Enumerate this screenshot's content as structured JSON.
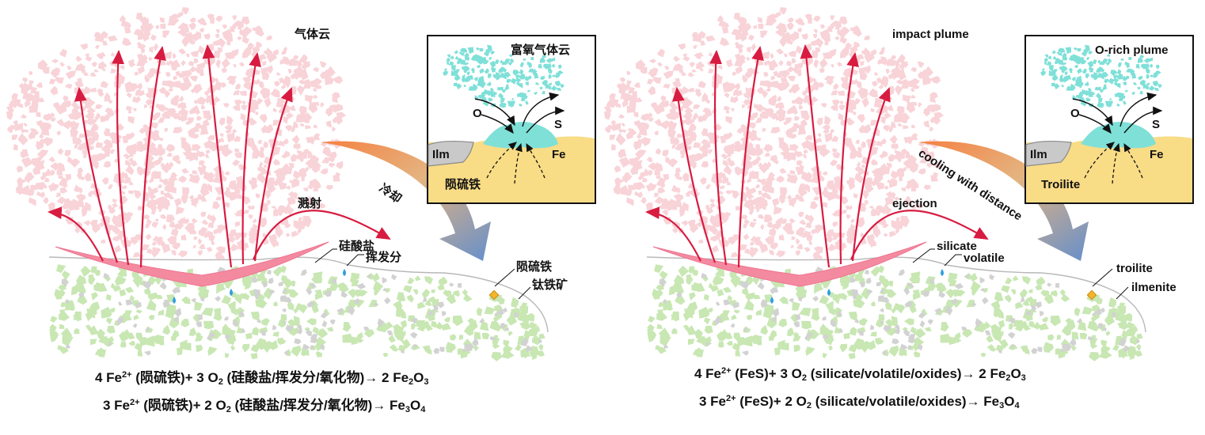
{
  "left": {
    "plume": "气体云",
    "ejection": "溅射",
    "silicate": "硅酸盐",
    "volatile": "挥发分",
    "troilite": "陨硫铁",
    "ilmenite": "钛铁矿",
    "cooling": "冷却",
    "inset": {
      "title": "富氧气体云",
      "o": "O",
      "s": "S",
      "ilm": "Ilm",
      "fe": "Fe",
      "troilite": "陨硫铁"
    },
    "eq1": {
      "a": "4 Fe",
      "sup": "2+",
      "b": " (陨硫铁)+ 3 O",
      "sub1": "2",
      "c": " (硅酸盐/挥发分/氧化物)→ 2 Fe",
      "sub2": "2",
      "d": "O",
      "sub3": "3"
    },
    "eq2": {
      "a": "3 Fe",
      "sup": "2+",
      "b": " (陨硫铁)+ 2 O",
      "sub1": "2",
      "c": " (硅酸盐/挥发分/氧化物)→ Fe",
      "sub2": "3",
      "d": "O",
      "sub3": "4"
    }
  },
  "right": {
    "plume": "impact plume",
    "ejection": "ejection",
    "silicate": "silicate",
    "volatile": "volatile",
    "troilite": "troilite",
    "ilmenite": "ilmenite",
    "cooling": "cooling with distance",
    "inset": {
      "title": "O-rich plume",
      "o": "O",
      "s": "S",
      "ilm": "Ilm",
      "fe": "Fe",
      "troilite": "Troilite"
    },
    "eq1": {
      "a": "4 Fe",
      "sup": "2+",
      "b": " (FeS)+ 3 O",
      "sub1": "2",
      "c": " (silicate/volatile/oxides)→ 2 Fe",
      "sub2": "2",
      "d": "O",
      "sub3": "3"
    },
    "eq2": {
      "a": "3 Fe",
      "sup": "2+",
      "b": " (FeS)+ 2 O",
      "sub1": "2",
      "c": " (silicate/volatile/oxides)→ Fe",
      "sub2": "3",
      "d": "O",
      "sub3": "4"
    }
  },
  "colors": {
    "plume_fragments": "#f8d3d8",
    "plume_arrows": "#d81b40",
    "crater": "#f48aa0",
    "silicate_grains": "#c8e7b3",
    "mineral_grains": "#d2d2d2",
    "volatile_drop": "#2fa0e0",
    "troilite_grain": "#f5b52a",
    "inset_plume": "#7fe0d8",
    "inset_ground": "#f9dc86",
    "cooling_arrow_start": "#f47b38",
    "cooling_arrow_end": "#5d89c8"
  }
}
